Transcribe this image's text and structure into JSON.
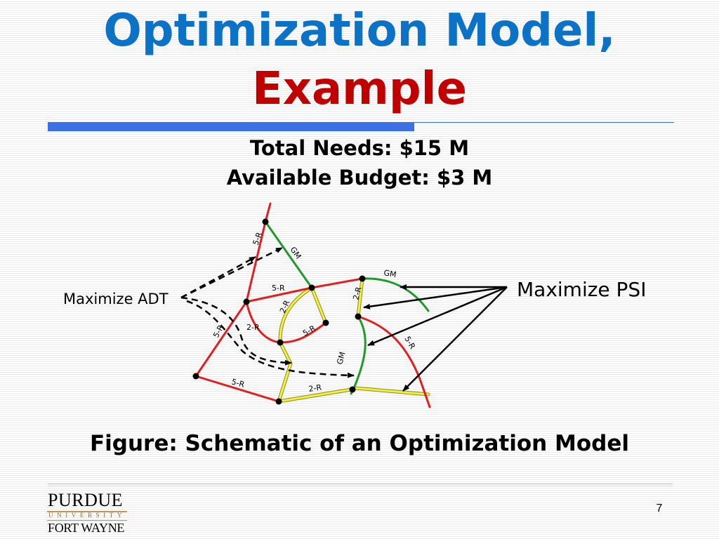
{
  "title": {
    "line1": "Optimization Model,",
    "line2": "Example"
  },
  "info": {
    "needs": "Total Needs: $15 M",
    "budget": "Available Budget: $3 M"
  },
  "diagram": {
    "labels": {
      "maximize_adt": "Maximize ADT",
      "maximize_psi": "Maximize PSI"
    },
    "segment_labels": [
      "5-R",
      "GM",
      "5-R",
      "2-R",
      "2-R",
      "GM",
      "5-R",
      "2-R",
      "5-R",
      "5-R",
      "GM",
      "5-R",
      "2-R"
    ],
    "colors": {
      "red": "#e02020",
      "green": "#1f9a2a",
      "yellow": "#f4f042",
      "node": "#000000"
    }
  },
  "caption": "Figure: Schematic of an Optimization Model",
  "footer": {
    "logo": {
      "name": "PURDUE",
      "university": "UNIVERSITY",
      "campus": "FORT WAYNE"
    },
    "page_number": "7"
  }
}
